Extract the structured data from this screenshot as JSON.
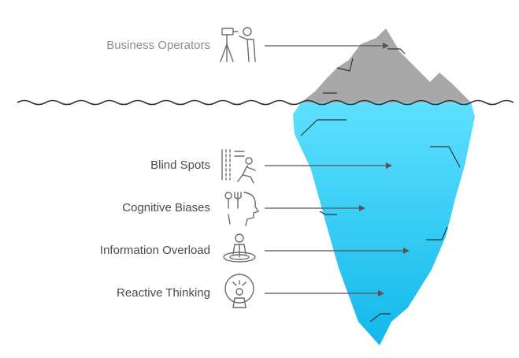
{
  "labels": {
    "surface": "Business Operators",
    "hidden": [
      "Blind Spots",
      "Cognitive Biases",
      "Information Overload",
      "Reactive Thinking"
    ]
  },
  "icons": {
    "surface": "photographer-icon",
    "hidden": [
      "walking-person-icon",
      "head-with-forks-icon",
      "person-in-hole-icon",
      "stressed-person-icon"
    ]
  },
  "colors": {
    "ice_top": "#5ee0ff",
    "ice_bottom": "#12b8ea",
    "rock": "#a8a8a8",
    "line": "#555555",
    "muted_text": "#8c8c8c",
    "text": "#4a4a4a"
  }
}
